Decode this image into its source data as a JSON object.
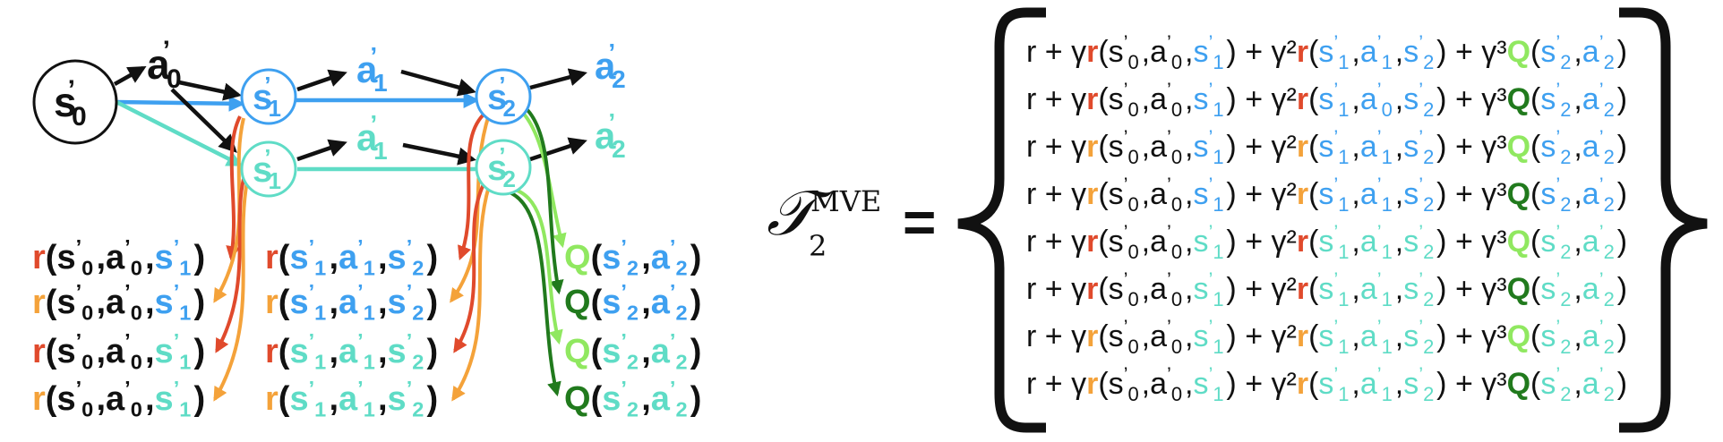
{
  "colors": {
    "black": "#111111",
    "blue": "#3ea0f0",
    "teal": "#5fdcc6",
    "red": "#e04a2c",
    "orange": "#f4a23a",
    "lightgreen": "#90e860",
    "darkgreen": "#217a1d"
  },
  "nodes": {
    "s0": {
      "base": "s",
      "sup": "’",
      "sub": "0"
    },
    "a0": {
      "base": "a",
      "sup": "’",
      "sub": "0"
    },
    "s1": {
      "base": "s",
      "sup": "’",
      "sub": "1"
    },
    "a1": {
      "base": "a",
      "sup": "’",
      "sub": "1"
    },
    "s2": {
      "base": "s",
      "sup": "’",
      "sub": "2"
    },
    "a2": {
      "base": "a",
      "sup": "’",
      "sub": "2"
    }
  },
  "labels": {
    "col1": [
      "r(s’0,a’0,s’1)",
      "r(s’0,a’0,s’1)",
      "r(s’0,a’0,s’1)",
      "r(s’0,a’0,s’1)"
    ],
    "col2": [
      "r(s’1,a’1,s’2)",
      "r(s’1,a’1,s’2)",
      "r(s’1,a’1,s’2)",
      "r(s’1,a’1,s’2)"
    ],
    "col3": [
      "Q(s’2,a’2)",
      "Q(s’2,a’2)",
      "Q(s’2,a’2)",
      "Q(s’2,a’2)"
    ]
  },
  "operator": {
    "symbol": "𝒯",
    "sub": "2",
    "sup": "MVE",
    "equals": "="
  },
  "equations": [
    "r + γr(s’0,a’0,s’1) + γ²r(s’1,a’1,s’2) + γ³Q(s’2,a’2)",
    "r + γr(s’0,a’0,s’1) + γ²r(s’1,a’0,s’2) + γ³Q(s’2,a’2)",
    "r + γr(s’0,a’0,s’1) + γ²r(s’1,a’1,s’2) + γ³Q(s’2,a’2)",
    "r + γr(s’0,a’0,s’1) + γ²r(s’1,a’1,s’2) + γ³Q(s’2,a’2)",
    "r + γr(s’0,a’0,s’1) + γ²r(s’1,a’1,s’2) + γ³Q(s’2,a’2)",
    "r + γr(s’0,a’0,s’1) + γ²r(s’1,a’1,s’2) + γ³Q(s’2,a’2)",
    "r + γr(s’0,a’0,s’1) + γ²r(s’1,a’1,s’2) + γ³Q(s’2,a’2)",
    "r + γr(s’0,a’0,s’1) + γ²r(s’1,a’1,s’2) + γ³Q(s’2,a’2)"
  ]
}
